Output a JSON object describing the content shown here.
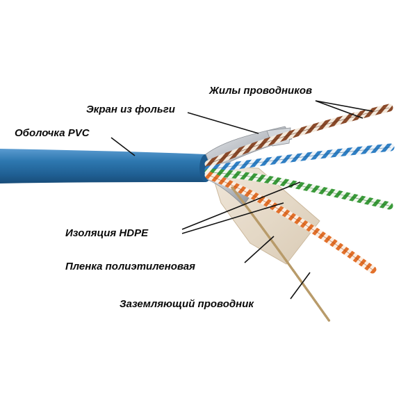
{
  "labels": {
    "conductors": "Жилы проводников",
    "foil_screen": "Экран из фольги",
    "pvc_sheath": "Оболочка PVC",
    "hdpe_insulation": "Изоляция HDPE",
    "polyethylene_film": "Пленка полиэтиленовая",
    "drain_wire": "Заземляющий проводник"
  },
  "colors": {
    "sheath_blue": "#2e78b0",
    "pair_brown": "#8a4a2a",
    "pair_blue": "#2f7fc4",
    "pair_green": "#3a9a3a",
    "pair_orange": "#e2702a",
    "pair_white": "#f4f1ea",
    "foil_silver": "#bfc3c8",
    "drain_wire_gold": "#b89b6a",
    "leader_line": "#111111"
  }
}
